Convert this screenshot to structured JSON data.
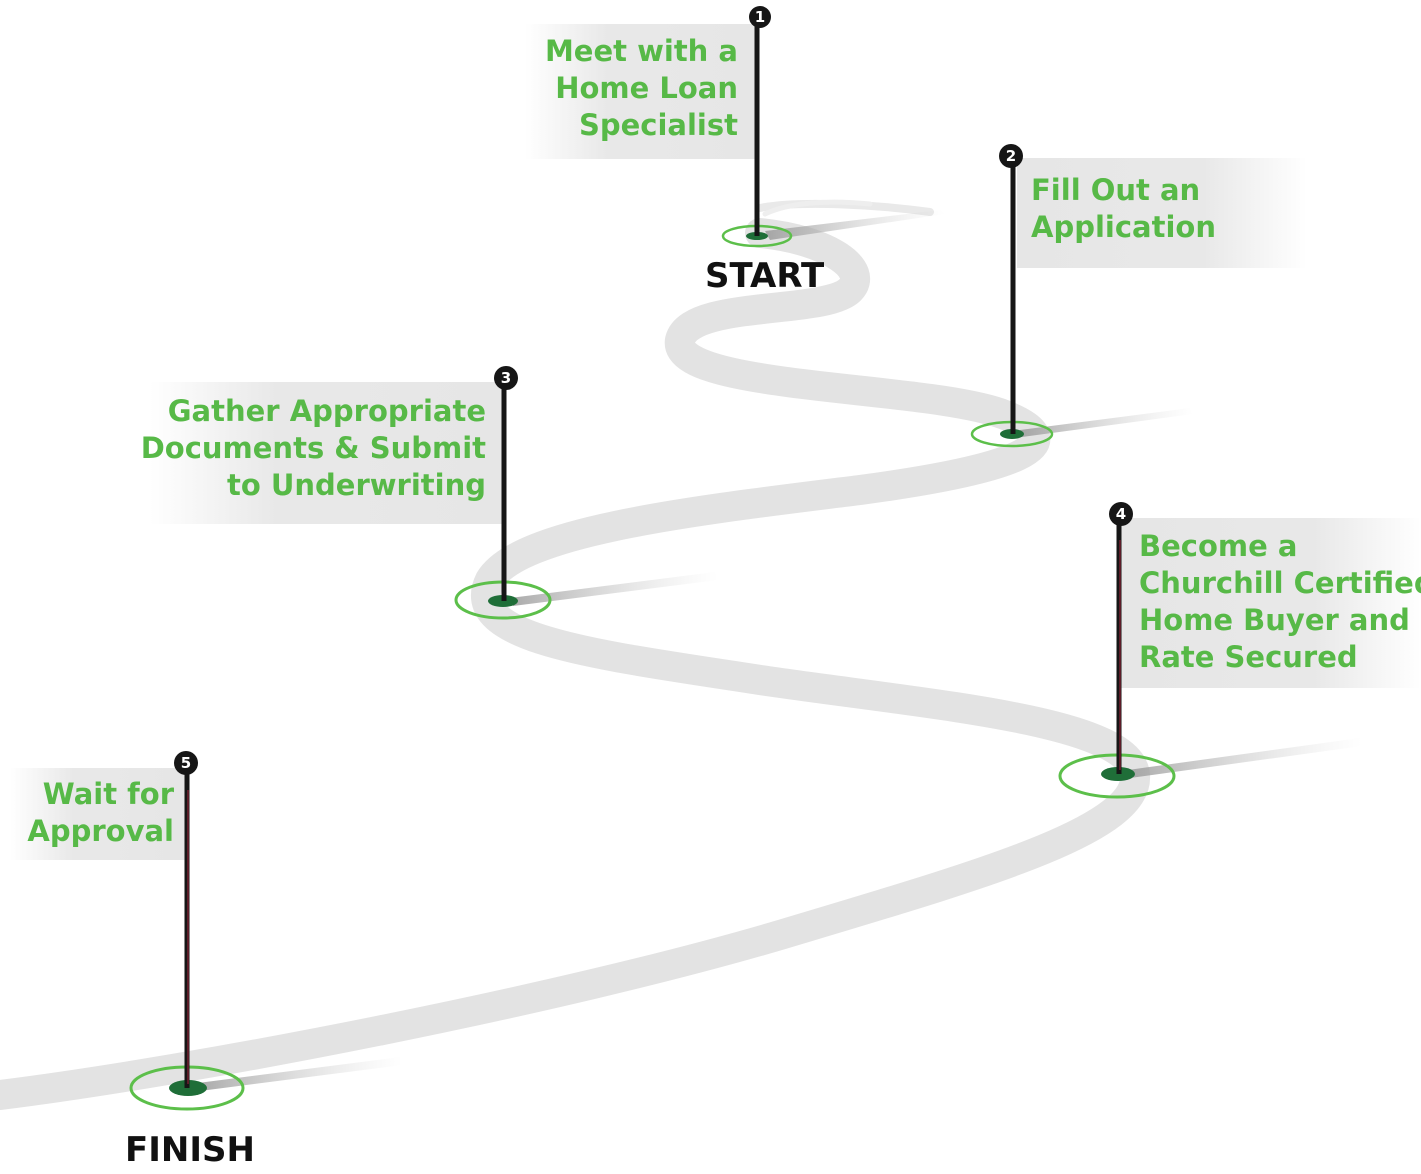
{
  "colors": {
    "label_green": "#57b947",
    "ring_green": "#5cbf4a",
    "base_dark_green": "#1f6e38",
    "pole": "#161616",
    "pole_accent": "#a3233a",
    "road": "#e3e3e3",
    "tag_bg": "#e6e6e6",
    "end_text": "#111111"
  },
  "start_label": "START",
  "finish_label": "FINISH",
  "steps": [
    {
      "number": "1",
      "lines": [
        "Meet with a",
        "Home Loan",
        "Specialist"
      ]
    },
    {
      "number": "2",
      "lines": [
        "Fill Out an",
        "Application"
      ]
    },
    {
      "number": "3",
      "lines": [
        "Gather Appropriate",
        "Documents & Submit",
        "to Underwriting"
      ]
    },
    {
      "number": "4",
      "lines": [
        "Become a",
        "Churchill Certified",
        "Home Buyer and",
        "Rate Secured"
      ]
    },
    {
      "number": "5",
      "lines": [
        "Wait for",
        "Approval"
      ]
    }
  ]
}
